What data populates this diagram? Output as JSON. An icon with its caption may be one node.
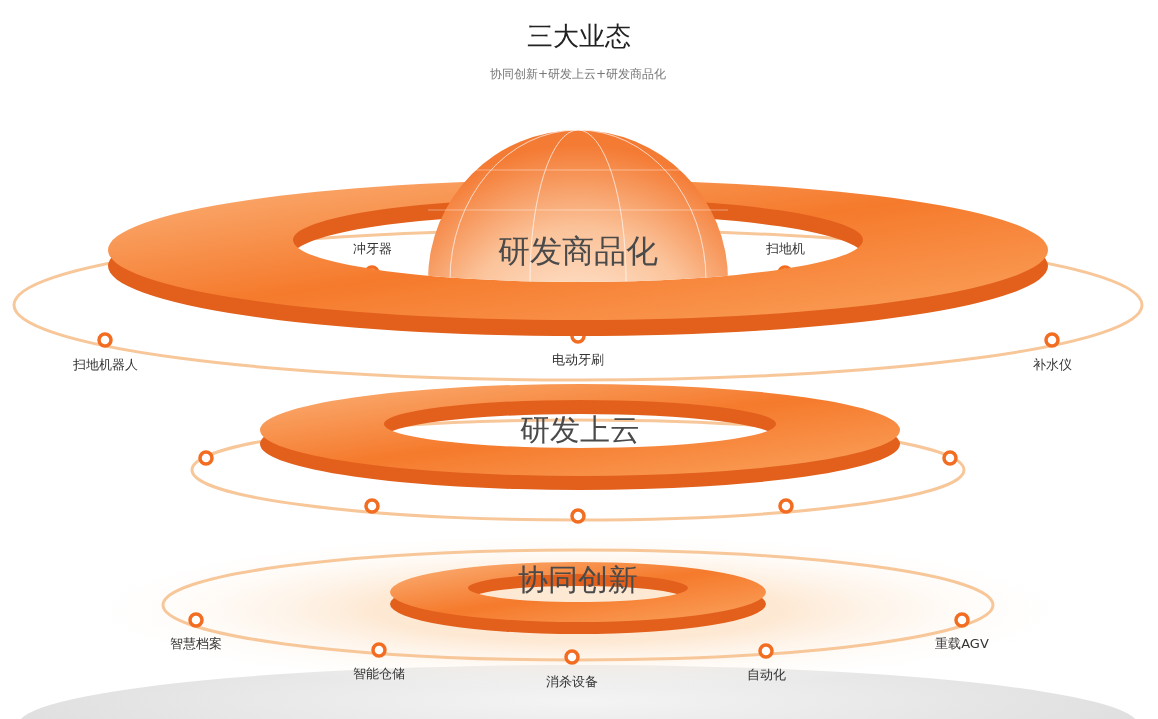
{
  "diagram": {
    "title": "三大业态",
    "nodes": [
      {
        "text": [
          "研发商品化"
        ]
      },
      {
        "text": [
          "研发上云"
        ]
      },
      {
        "text": [
          "协同创新"
        ]
      }
    ],
    "labels": [
      "协同创新+研发上云+研发商品化",
      "冲牙器",
      "扫地机",
      "扫地机器人",
      "电动牙刷",
      "补水仪",
      "智慧档案",
      "智能仓储",
      "消杀设备",
      "自动化",
      "重载AGV"
    ]
  }
}
